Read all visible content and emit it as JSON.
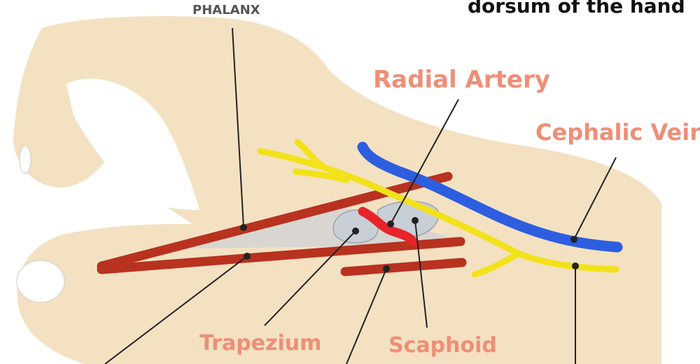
{
  "labels": {
    "top_left": "PHALANX",
    "top_right": "dorsum of the hand",
    "radial_artery": "Radial Artery",
    "cephalic_vein": "Cephalic Vein",
    "trapezium": "Trapezium",
    "scaphoid": "Scaphoid"
  },
  "colors": {
    "skin": "#f3e1c2",
    "tendon": "#b8321f",
    "artery": "#e8242a",
    "vein": "#2d5ee0",
    "nerve": "#f2e21a",
    "bone": "#c9cfd6",
    "label_accent": "#ee8f77",
    "outline": "#222222"
  }
}
